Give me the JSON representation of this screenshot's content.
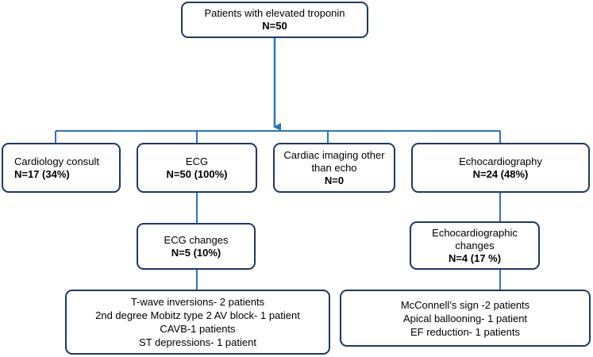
{
  "root": {
    "title": "Patients with elevated troponin",
    "n": "N=50"
  },
  "categories": {
    "consult": {
      "title": "Cardiology consult",
      "n": "N=17 (34%)"
    },
    "ecg": {
      "title": "ECG",
      "n": "N=50 (100%)"
    },
    "imaging": {
      "title_line1": "Cardiac imaging other",
      "title_line2": "than echo",
      "n": "N=0"
    },
    "echo": {
      "title": "Echocardiography",
      "n": "N=24 (48%)"
    }
  },
  "ecg_changes": {
    "title": "ECG changes",
    "n": "N=5 (10%)",
    "details": [
      "T-wave inversions- 2 patients",
      "2nd degree Mobitz type 2 AV block- 1 patient",
      "CAVB-1 patients",
      "ST depressions- 1 patient"
    ]
  },
  "echo_changes": {
    "title_line1": "Echocardiographic",
    "title_line2": "changes",
    "n": "N=4 (17 %)",
    "details": [
      "McConnell’s sign -2 patients",
      "Apical ballooning- 1 patient",
      "EF reduction- 1 patients"
    ]
  },
  "colors": {
    "box_border": "#1f3864",
    "connector": "#2e75b6"
  }
}
